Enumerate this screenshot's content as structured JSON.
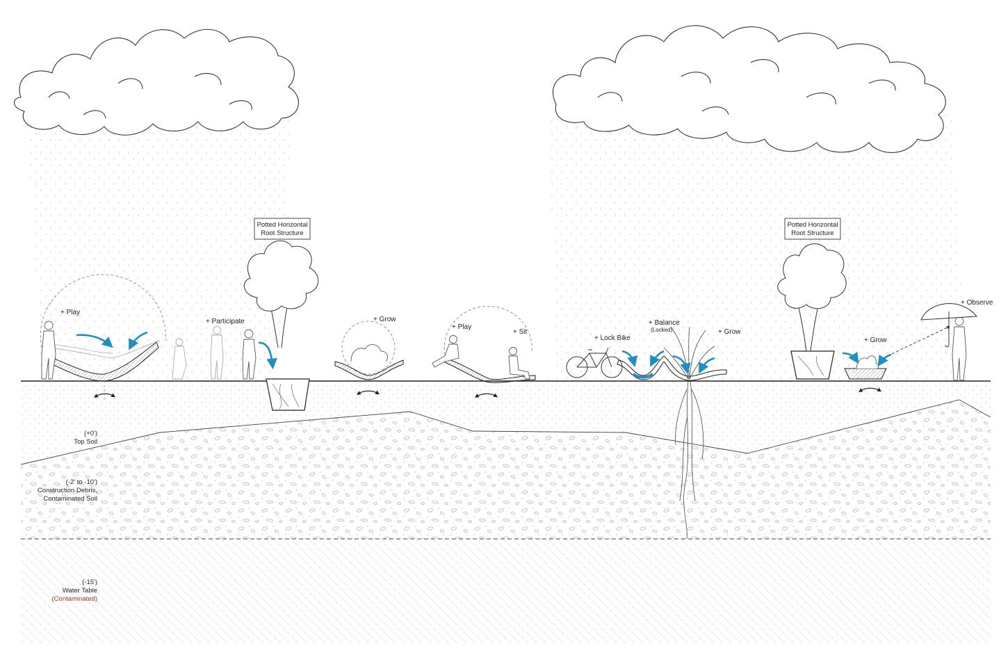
{
  "colors": {
    "accent": "#1e8fc0",
    "line": "#333333",
    "hatch": "#bbbbbb",
    "contaminated": "#b03030"
  },
  "labels": {
    "potted_left": [
      "Potted Horizontal",
      "Root Structure"
    ],
    "potted_right": [
      "Potted Horizontal",
      "Root Structure"
    ],
    "play_left": "+ Play",
    "participate": "+ Participate",
    "grow_1": "+ Grow",
    "play_mid": "+ Play",
    "sit": "+ Sit",
    "lock_bike": "+ Lock Bike",
    "balance": "+ Balance",
    "balance_note": "(Locked)",
    "grow_2": "+ Grow",
    "grow_3": "+ Grow",
    "observe": "+ Observe"
  },
  "soil": {
    "top_depth": "(+0')",
    "top_name": "Top Soil",
    "debris_depth": "(-2' to -10')",
    "debris_name_1": "Construction Debris,",
    "debris_name_2": "Contaminated Soil",
    "water_depth": "(-15')",
    "water_name": "Water Table",
    "water_note": "(Contaminated)"
  }
}
